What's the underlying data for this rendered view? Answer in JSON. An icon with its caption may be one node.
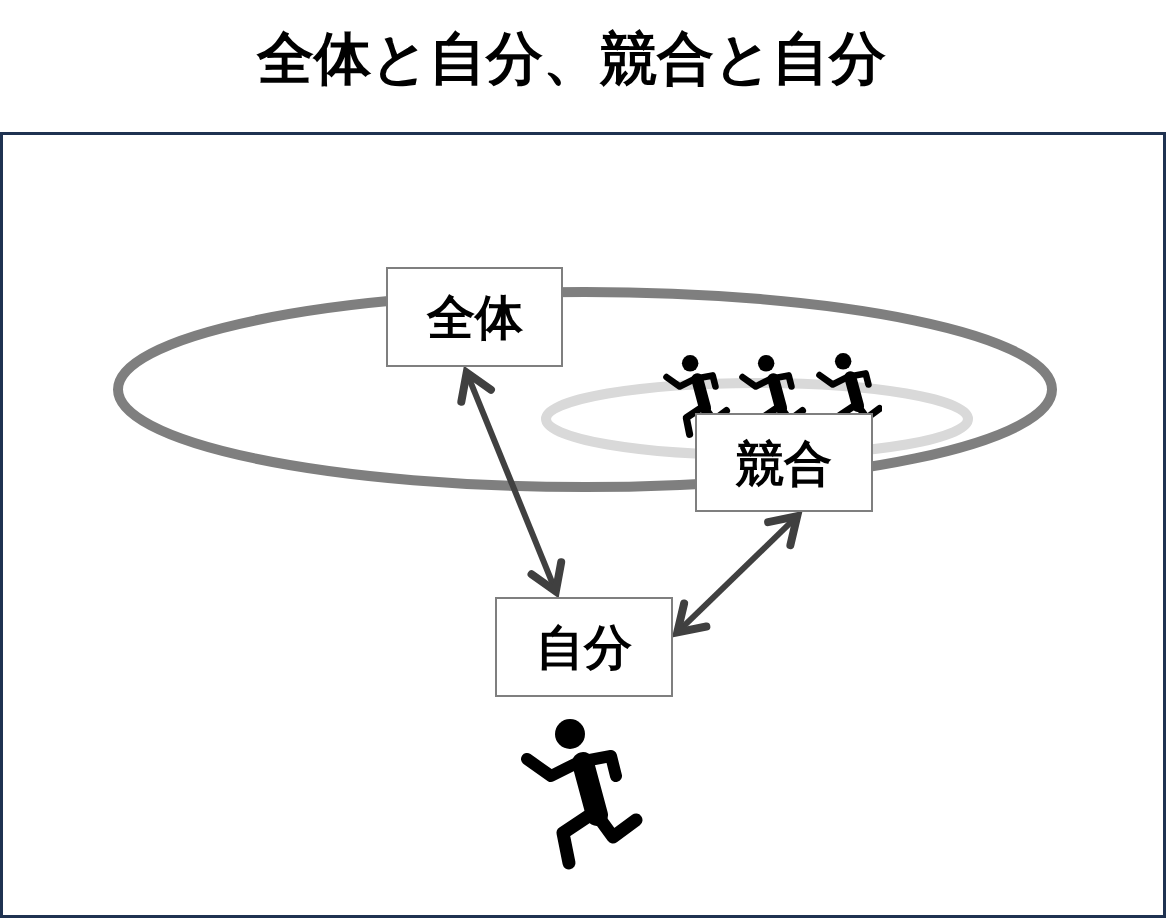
{
  "diagram": {
    "title": "全体と自分、競合と自分",
    "nodes": [
      {
        "text": [
          "全体"
        ]
      },
      {
        "text": [
          "競合"
        ]
      },
      {
        "text": [
          "自分"
        ]
      }
    ],
    "edges": [
      {
        "from": 0,
        "to": 2,
        "arrow": "both"
      },
      {
        "from": 1,
        "to": 2,
        "arrow": "both"
      }
    ]
  }
}
